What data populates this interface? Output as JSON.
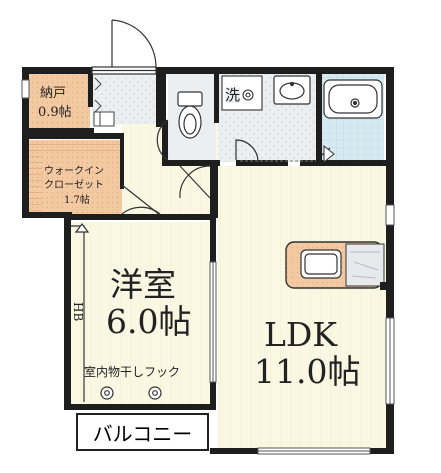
{
  "plan": {
    "colors": {
      "wall": "#1e1e1e",
      "room_floor": "#faf7e3",
      "storage_floor": "#f3c9a2",
      "wet_floor": "#eceff2",
      "bath_floor": "#d6eaf1",
      "hatch": "#e6b48f",
      "door_line": "#333333",
      "frame": "#ffffff"
    },
    "rooms": {
      "storage": {
        "name": "納戸",
        "size": "0.9帖"
      },
      "walk_in_closet": {
        "name_line1": "ウォークイン",
        "name_line2": "クローゼット",
        "size": "1.7帖"
      },
      "western_room": {
        "name": "洋室",
        "size": "6.0帖"
      },
      "ldk": {
        "name": "LDK",
        "size": "11.0帖"
      },
      "washroom": {
        "name": "洗"
      }
    },
    "labels": {
      "hb": "HB",
      "drying_hooks": "室内物干しフック",
      "balcony": "バルコニー"
    },
    "icons": [
      "entrance-door-icon",
      "toilet-icon",
      "washbasin-icon",
      "washing-machine-icon",
      "bathtub-icon",
      "kitchen-sink-icon",
      "drying-hook-icon"
    ]
  }
}
